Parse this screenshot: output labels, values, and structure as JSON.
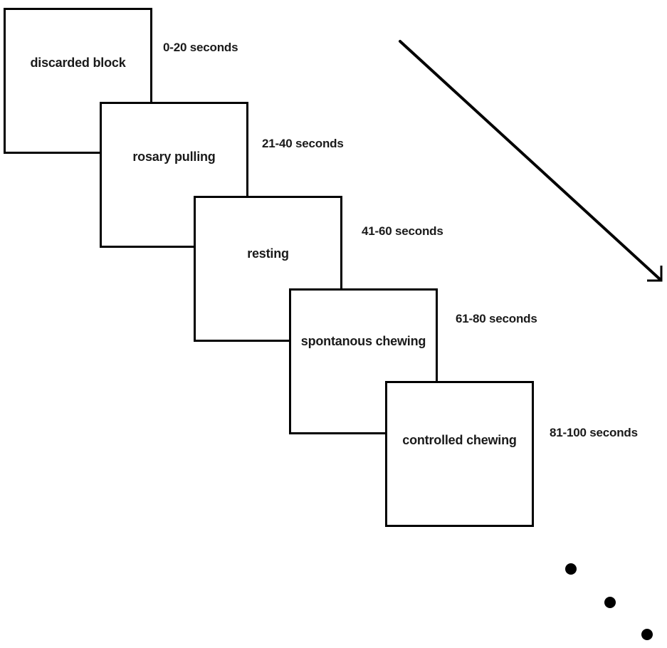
{
  "blocks": [
    {
      "label": "discarded block",
      "time": "0-20 seconds"
    },
    {
      "label": "rosary pulling",
      "time": "21-40 seconds"
    },
    {
      "label": "resting",
      "time": "41-60 seconds"
    },
    {
      "label": "spontanous chewing",
      "time": "61-80 seconds"
    },
    {
      "label": "controlled chewing",
      "time": "81-100 seconds"
    }
  ],
  "continuation": {
    "dot_count": 3
  }
}
